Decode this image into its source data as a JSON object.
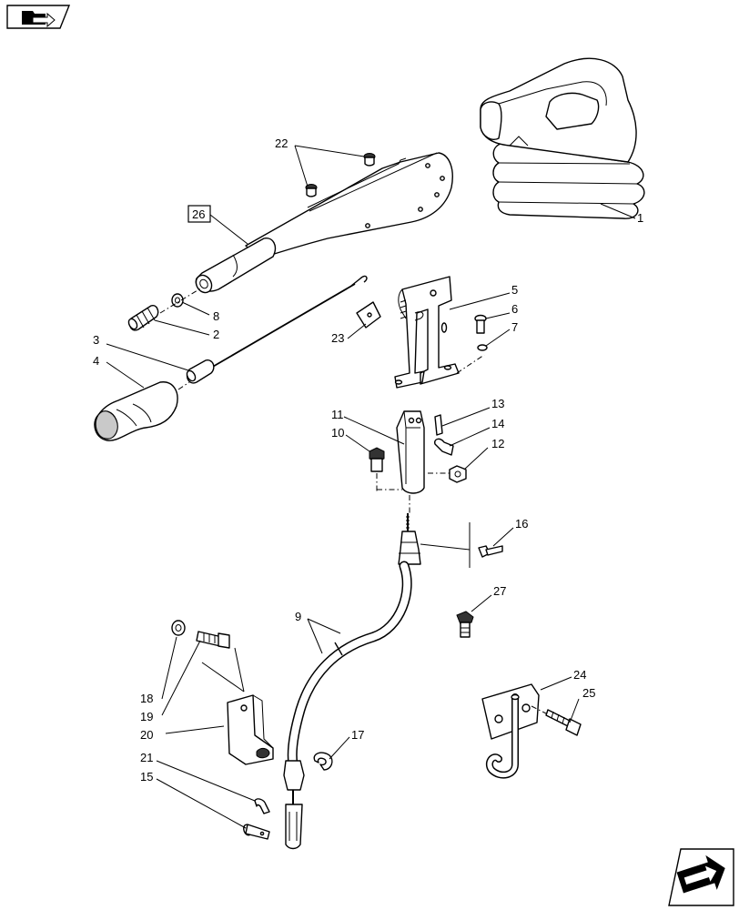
{
  "labels": {
    "p1": "1",
    "p2": "2",
    "p3": "3",
    "p4": "4",
    "p5": "5",
    "p6": "6",
    "p7": "7",
    "p8": "8",
    "p9": "9",
    "p10": "10",
    "p11": "11",
    "p12": "12",
    "p13": "13",
    "p14": "14",
    "p15": "15",
    "p16": "16",
    "p17": "17",
    "p18": "18",
    "p19": "19",
    "p20": "20",
    "p21": "21",
    "p22": "22",
    "p23": "23",
    "p24": "24",
    "p25": "25",
    "p26": "26",
    "p27": "27"
  },
  "icons": {
    "top_left": "folder-arrow-icon",
    "bottom_right": "next-page-arrow-icon"
  }
}
